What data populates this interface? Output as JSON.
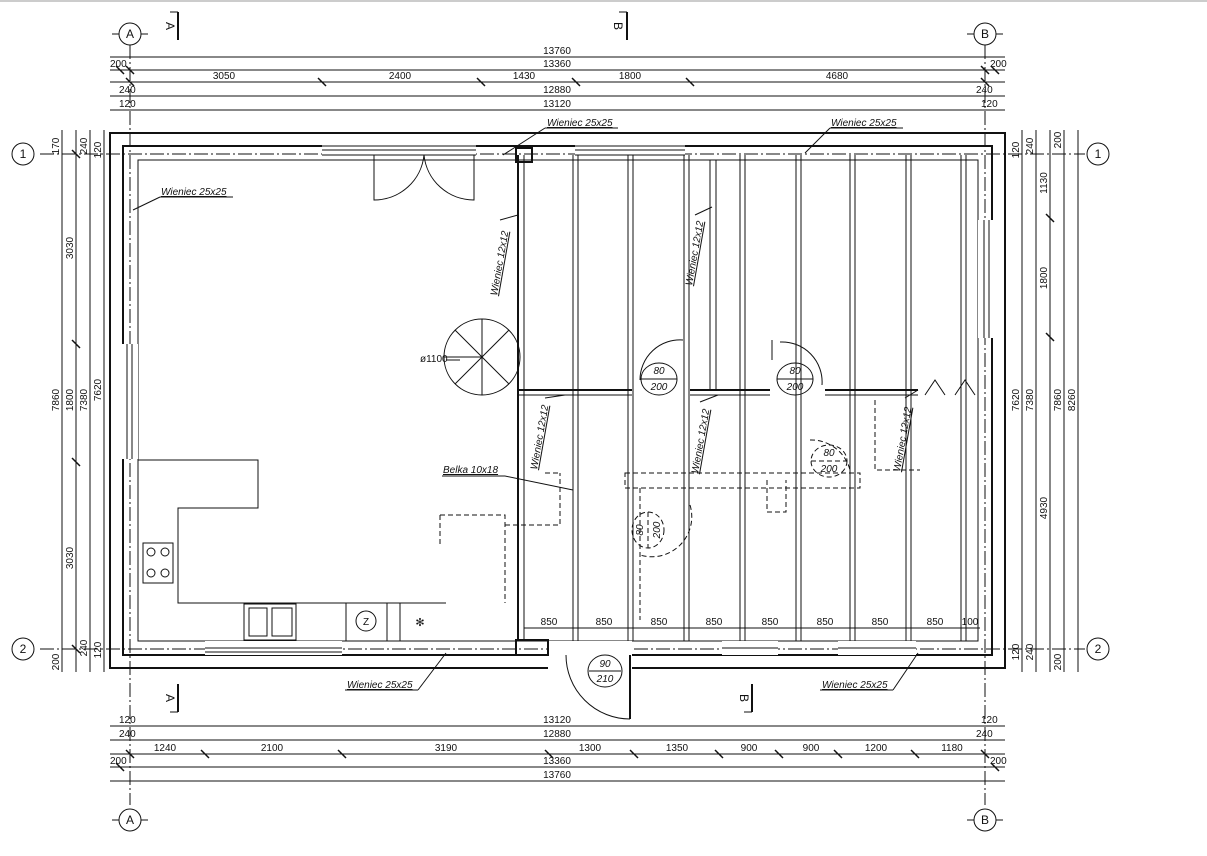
{
  "axes": {
    "col_a": "A",
    "col_b": "B",
    "row_1": "1",
    "row_2": "2"
  },
  "sections": {
    "a": "A",
    "b": "B"
  },
  "top_dims": {
    "overall": "13760",
    "outer": "13360",
    "edge_200": "200",
    "segments": [
      "3050",
      "2400",
      "1430",
      "1800",
      "4680"
    ],
    "inner_12880": "12880",
    "edge_240": "240",
    "inner_13120": "13120",
    "edge_120": "120"
  },
  "bottom_dims": {
    "inner_13120": "13120",
    "edge_120": "120",
    "inner_12880": "12880",
    "edge_240": "240",
    "segments": [
      "1240",
      "2100",
      "3190",
      "1300",
      "1350",
      "900",
      "900",
      "1200",
      "1180"
    ],
    "outer": "13360",
    "edge_200": "200",
    "overall": "13760"
  },
  "left_dims": {
    "top_170": "170",
    "top_240": "240",
    "top_120": "120",
    "seg_3030a": "3030",
    "seg_1800": "1800",
    "seg_3030b": "3030",
    "overall_7860": "7860",
    "overall_7380": "7380",
    "overall_7620": "7620",
    "bot_200": "200",
    "bot_240": "240",
    "bot_120": "120"
  },
  "right_dims": {
    "top_120": "120",
    "top_240": "240",
    "top_200": "200",
    "seg_1130": "1130",
    "seg_1800": "1800",
    "seg_4930": "4930",
    "overall_7620": "7620",
    "overall_7380": "7380",
    "overall_7860": "7860",
    "overall_8260": "8260",
    "bot_120": "120",
    "bot_240": "240",
    "bot_200": "200"
  },
  "beam_spacing": [
    "850",
    "850",
    "850",
    "850",
    "850",
    "850",
    "850",
    "850"
  ],
  "beam_edge": "100",
  "labels": {
    "wieniec": "Wieniec 25x25",
    "joist": "Wieniec 12x12",
    "belka": "Belka 10x18",
    "stair": "ø1100"
  },
  "doors": [
    {
      "w": "80",
      "h": "200"
    },
    {
      "w": "80",
      "h": "200"
    },
    {
      "w": "80",
      "h": "200"
    },
    {
      "w": "80",
      "h": "200"
    },
    {
      "w": "90",
      "h": "210"
    }
  ]
}
